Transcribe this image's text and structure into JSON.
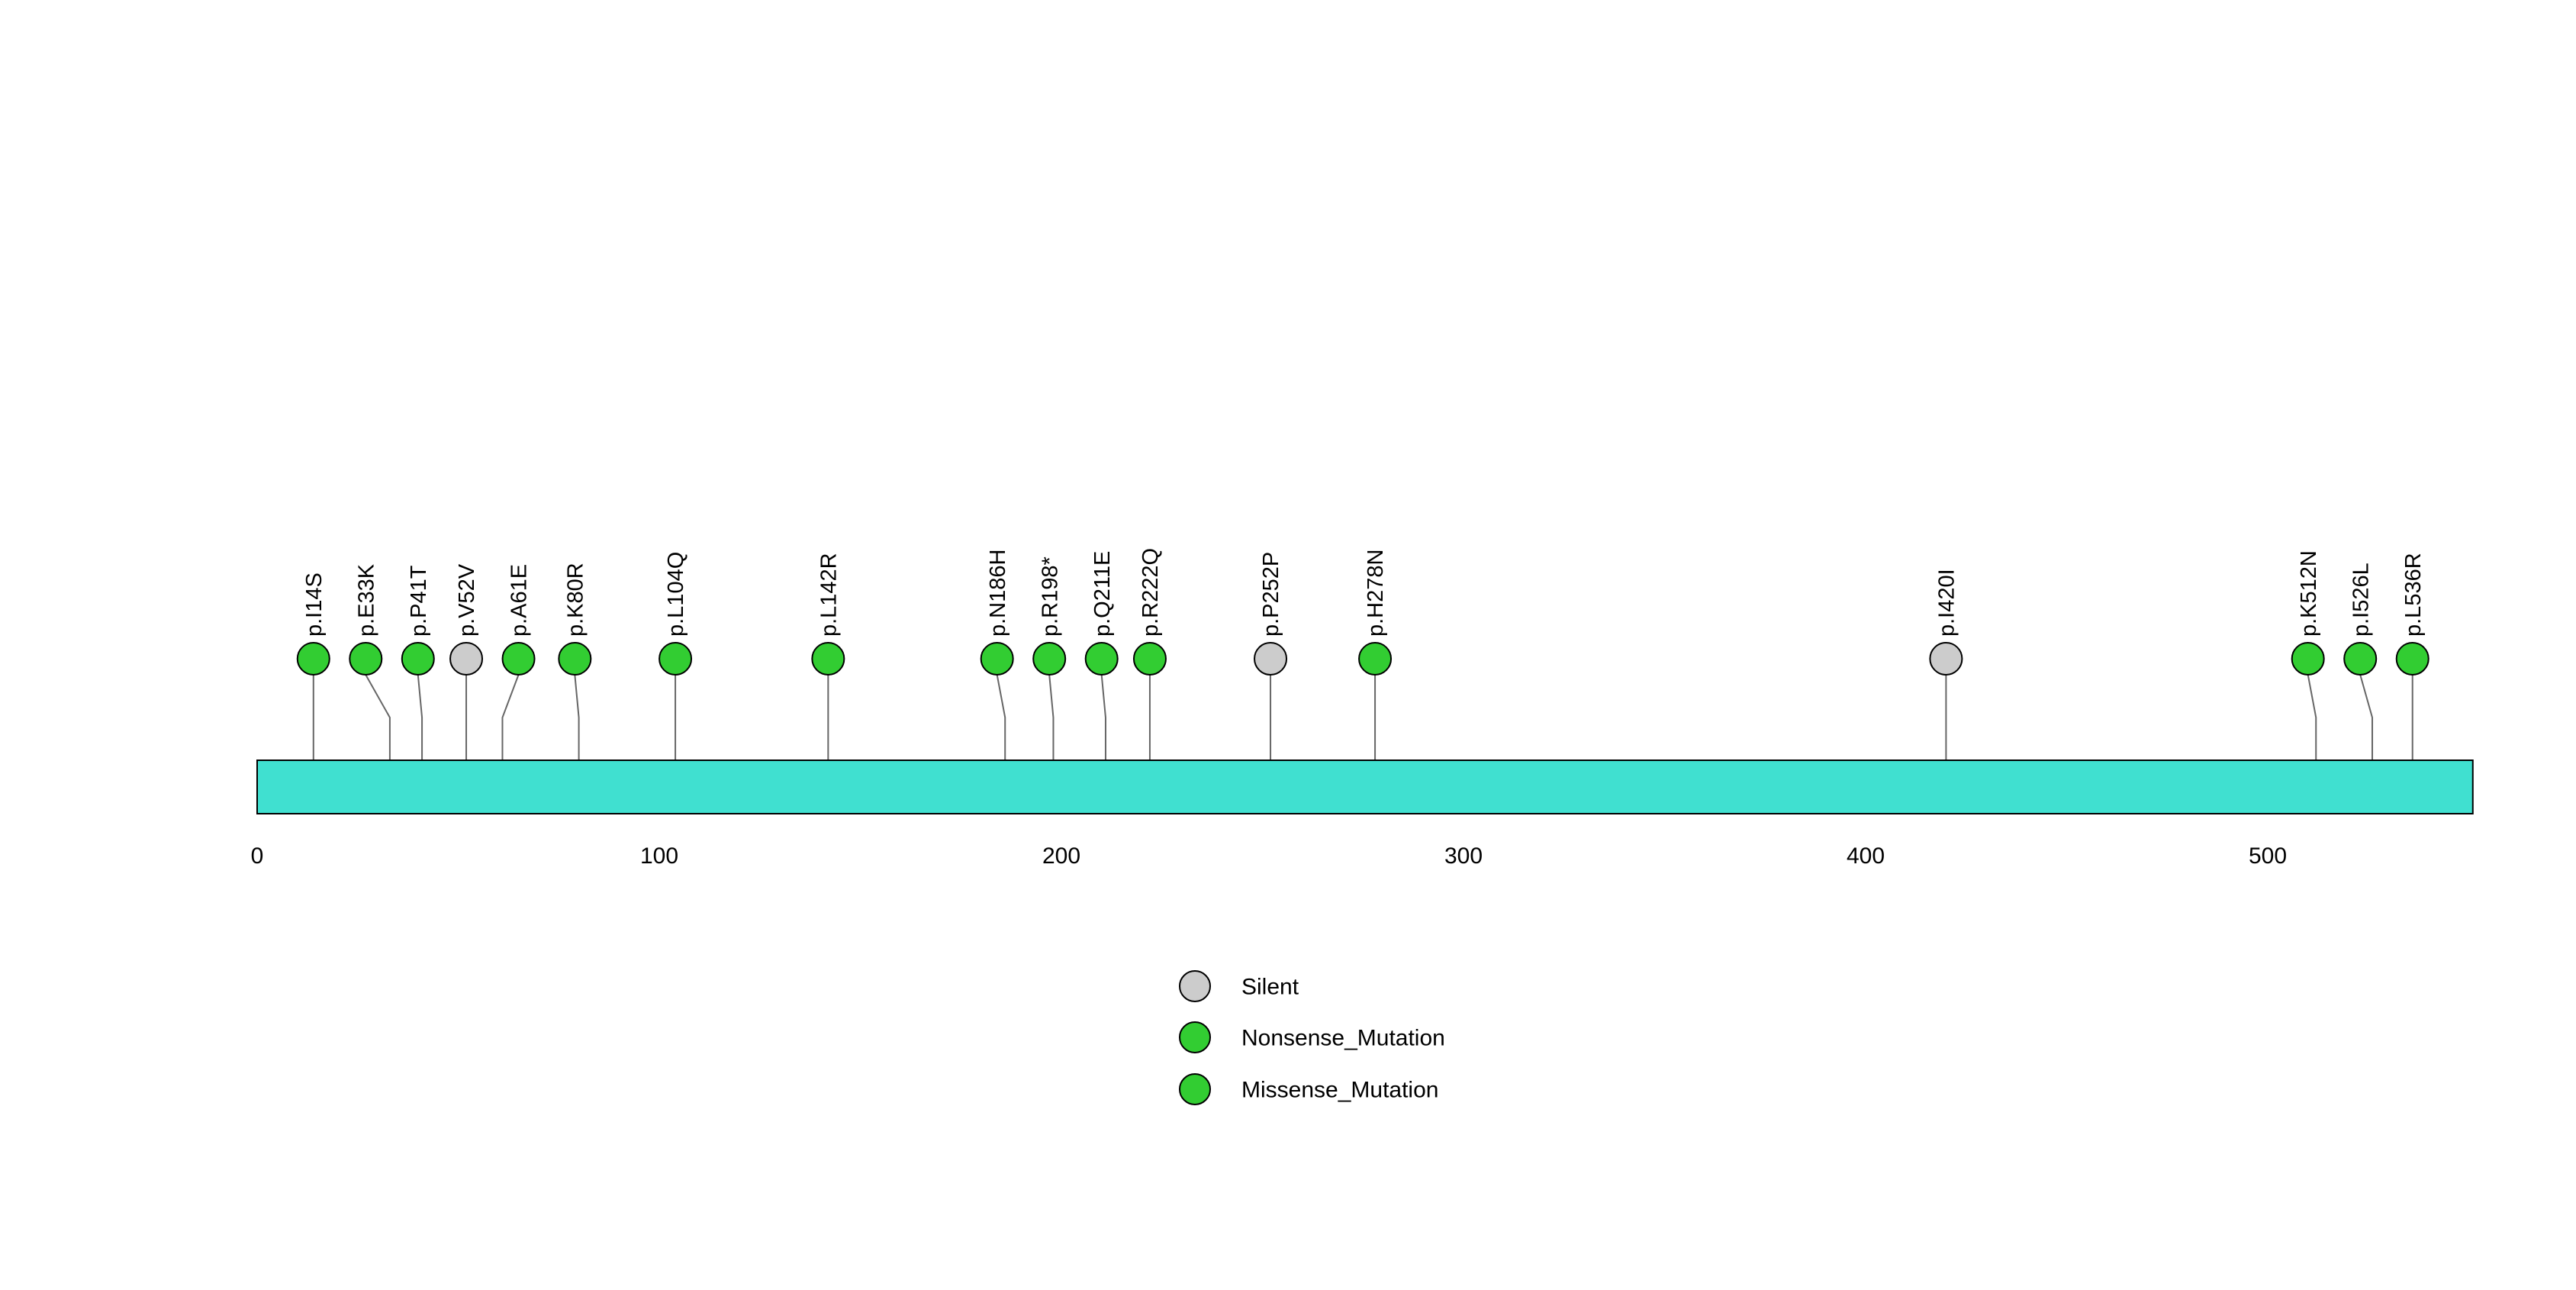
{
  "chart_data": {
    "type": "lollipop",
    "title": "",
    "protein": {
      "length": 551,
      "bar_color": "#40E0D0",
      "bar_stroke": "#000000"
    },
    "x_axis": {
      "ticks": [
        0,
        100,
        200,
        300,
        400,
        500
      ],
      "range": [
        0,
        551
      ]
    },
    "mutation_colors": {
      "Silent": "#CCCCCC",
      "Nonsense_Mutation": "#32CD32",
      "Missense_Mutation": "#32CD32"
    },
    "mutations": [
      {
        "label": "p.I14S",
        "pos": 14,
        "dodge": 14,
        "type": "Missense_Mutation"
      },
      {
        "label": "p.E33K",
        "pos": 33,
        "dodge": 27,
        "type": "Missense_Mutation"
      },
      {
        "label": "p.P41T",
        "pos": 41,
        "dodge": 40,
        "type": "Missense_Mutation"
      },
      {
        "label": "p.V52V",
        "pos": 52,
        "dodge": 52,
        "type": "Silent"
      },
      {
        "label": "p.A61E",
        "pos": 61,
        "dodge": 65,
        "type": "Missense_Mutation"
      },
      {
        "label": "p.K80R",
        "pos": 80,
        "dodge": 79,
        "type": "Missense_Mutation"
      },
      {
        "label": "p.L104Q",
        "pos": 104,
        "dodge": 104,
        "type": "Missense_Mutation"
      },
      {
        "label": "p.L142R",
        "pos": 142,
        "dodge": 142,
        "type": "Missense_Mutation"
      },
      {
        "label": "p.N186H",
        "pos": 186,
        "dodge": 184,
        "type": "Missense_Mutation"
      },
      {
        "label": "p.R198*",
        "pos": 198,
        "dodge": 197,
        "type": "Nonsense_Mutation"
      },
      {
        "label": "p.Q211E",
        "pos": 211,
        "dodge": 210,
        "type": "Missense_Mutation"
      },
      {
        "label": "p.R222Q",
        "pos": 222,
        "dodge": 222,
        "type": "Missense_Mutation"
      },
      {
        "label": "p.P252P",
        "pos": 252,
        "dodge": 252,
        "type": "Silent"
      },
      {
        "label": "p.H278N",
        "pos": 278,
        "dodge": 278,
        "type": "Missense_Mutation"
      },
      {
        "label": "p.I420I",
        "pos": 420,
        "dodge": 420,
        "type": "Silent"
      },
      {
        "label": "p.K512N",
        "pos": 512,
        "dodge": 510,
        "type": "Missense_Mutation"
      },
      {
        "label": "p.I526L",
        "pos": 526,
        "dodge": 523,
        "type": "Missense_Mutation"
      },
      {
        "label": "p.L536R",
        "pos": 536,
        "dodge": 536,
        "type": "Missense_Mutation"
      }
    ],
    "legend": [
      {
        "label": "Silent",
        "color": "#CCCCCC"
      },
      {
        "label": "Nonsense_Mutation",
        "color": "#32CD32"
      },
      {
        "label": "Missense_Mutation",
        "color": "#32CD32"
      }
    ],
    "legend_position": "bottom-center-left",
    "grid": false
  }
}
